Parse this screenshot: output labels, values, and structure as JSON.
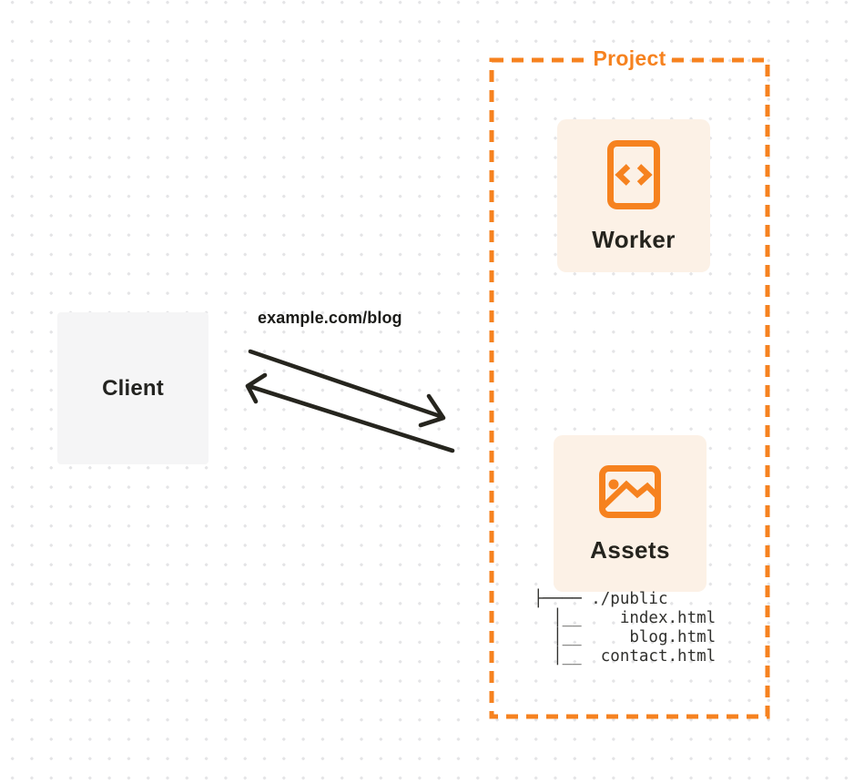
{
  "diagram": {
    "client": {
      "label": "Client"
    },
    "request": {
      "label": "example.com/blog"
    },
    "arrows": [
      {
        "name": "request-arrow",
        "direction": "client-to-project"
      },
      {
        "name": "response-arrow",
        "direction": "project-to-client"
      }
    ],
    "project": {
      "label": "Project",
      "nodes": [
        {
          "label": "Worker",
          "icon": "code-document-icon"
        },
        {
          "label": "Assets",
          "icon": "image-icon"
        }
      ],
      "file_tree": "├──── ./public\n  │__    index.html\n  │__     blog.html\n  │__  contact.html"
    },
    "colors": {
      "accent_orange": "#f6821f",
      "card_background": "#fcf1e6",
      "client_background": "#f5f5f6",
      "arrow_ink": "#26251e",
      "text_ink": "#25241e",
      "grid_dot": "#e4e4e6"
    }
  }
}
